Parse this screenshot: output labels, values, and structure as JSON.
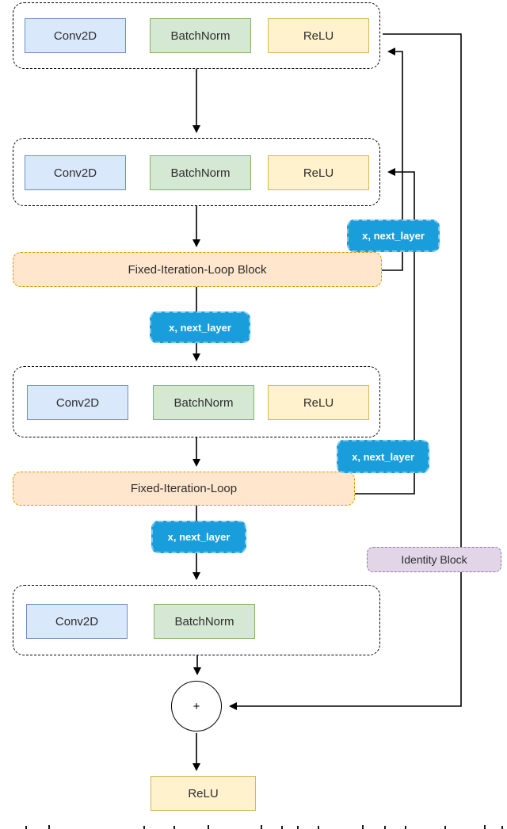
{
  "figure": {
    "type": "neural-network-block-diagram",
    "blocks": {
      "c1": {
        "conv": "Conv2D",
        "bn": "BatchNorm",
        "relu": "ReLU"
      },
      "c2": {
        "conv": "Conv2D",
        "bn": "BatchNorm",
        "relu": "ReLU"
      },
      "c3": {
        "conv": "Conv2D",
        "bn": "BatchNorm",
        "relu": "ReLU"
      },
      "c4": {
        "conv": "Conv2D",
        "bn": "BatchNorm"
      }
    },
    "loop_blocks": {
      "loop1": "Fixed-Iteration-Loop Block",
      "loop2": "Fixed-Iteration-Loop"
    },
    "edge_labels": {
      "mid1": "x, next_layer",
      "mid2": "x, next_layer",
      "right1": "x, next_layer",
      "right2": "x, next_layer"
    },
    "identity_label": "Identity Block",
    "sum_symbol": "+",
    "output": "ReLU",
    "colors": {
      "conv_fill": "#dae8fc",
      "conv_border": "#6c8ebf",
      "bn_fill": "#d5e8d4",
      "bn_border": "#82b366",
      "relu_fill": "#fff2cc",
      "relu_border": "#d6b656",
      "loop_fill": "#ffe6cc",
      "loop_border": "#d79b00",
      "label_fill": "#1a9edb",
      "label_border": "#7cc8ee",
      "identity_fill": "#e1d5e7",
      "identity_border": "#9673a6",
      "wire": "#000000"
    }
  }
}
